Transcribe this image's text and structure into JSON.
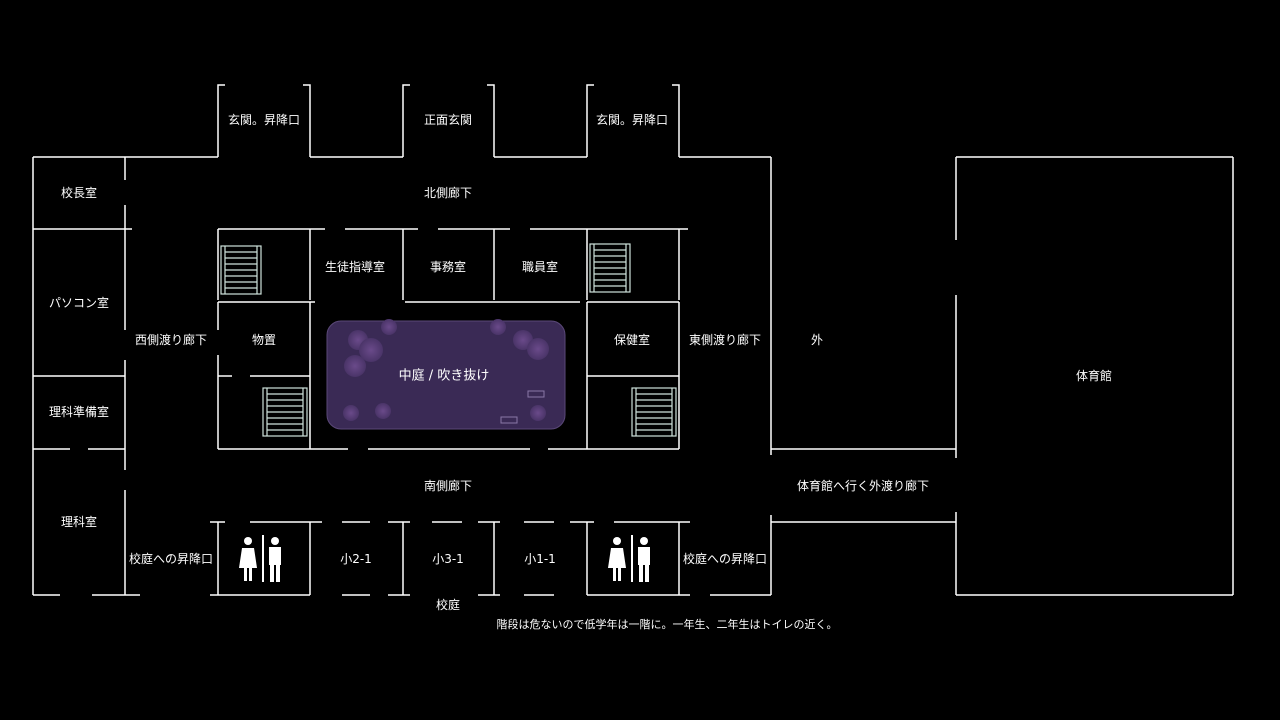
{
  "rooms": {
    "entrance_west": "玄関。昇降口",
    "entrance_main": "正面玄関",
    "entrance_east": "玄関。昇降口",
    "principal": "校長室",
    "north_corridor": "北側廊下",
    "guidance": "生徒指導室",
    "office": "事務室",
    "staff": "職員室",
    "computer": "パソコン室",
    "west_corridor": "西側渡り廊下",
    "storage": "物置",
    "courtyard": "中庭 / 吹き抜け",
    "nurse": "保健室",
    "east_corridor": "東側渡り廊下",
    "outside": "外",
    "gym": "体育館",
    "science_prep": "理科準備室",
    "south_corridor": "南側廊下",
    "gym_walkway": "体育館へ行く外渡り廊下",
    "science": "理科室",
    "schoolyard_entrance_w": "校庭への昇降口",
    "class_2_1": "小2-1",
    "class_3_1": "小3-1",
    "class_1_1": "小1-1",
    "schoolyard_entrance_e": "校庭への昇降口",
    "schoolyard": "校庭"
  },
  "note": "階段は危ないので低学年は一階に。一年生、二年生はトイレの近く。",
  "colors": {
    "background": "#000000",
    "walls": "#ffffff",
    "courtyard": "#3a2a55",
    "stairs": "#cfe3dc"
  }
}
